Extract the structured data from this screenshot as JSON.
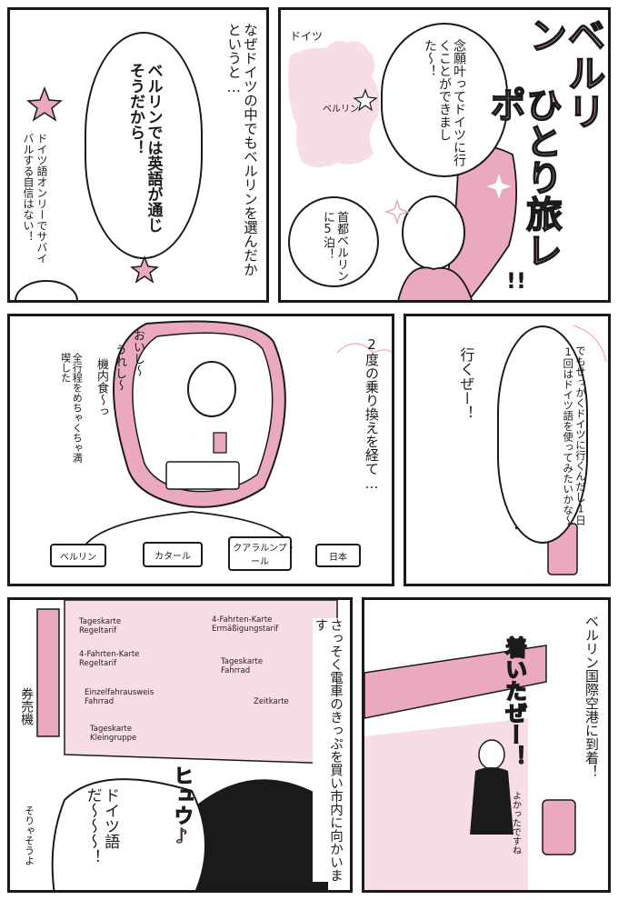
{
  "panel1": {
    "narration": "なぜドイツの中でもベルリンを選んだかというと…",
    "bubble": "ベルリンでは英語が通じそうだから！",
    "aside": "ドイツ語オンリーでサバイバルする自信はない！"
  },
  "panel2": {
    "title_line1": "ベルリン",
    "title_line2": "ひとり旅レポ",
    "exclaim": "!!",
    "map_label": "ドイツ",
    "city_label": "ベルリン",
    "bubble_main": "念願叶ってドイツに行くことができました〜！",
    "bubble_small": "首都ベルリンに5泊！"
  },
  "panel3": {
    "narration": "2度の乗り換えを経て…",
    "thought1": "おいし〜",
    "thought2": "うれし〜",
    "thought3": "機内食〜っ",
    "side_note": "全行程をめちゃくちゃ満喫した",
    "route": [
      "ベルリン",
      "カタール",
      "クアラルンプール",
      "日本"
    ]
  },
  "panel4": {
    "shout": "行くぜー！",
    "bubble": "でもせっかくドイツに行くんだし1日1回はドイツ語を使ってみたいかな〜"
  },
  "panel5": {
    "narration": "さっそく電車のきっぷを買い市内に向かいます",
    "ticket_machine_label": "券売機",
    "signs": [
      "Tageskarte\nRegeltarif",
      "4-Fahrten-Karte\nErmäßigungstarif",
      "4-Fahrten-Karte\nRegeltarif",
      "Tageskarte\nFahrrad",
      "Einzelfahrausweis\nFahrrad",
      "Zeitkarte",
      "Tageskarte\nKleingruppe"
    ],
    "thought": "ドイツ語だ〜〜〜！",
    "sfx": "ヒュウ♪",
    "aside": "そりゃそうよ"
  },
  "panel6": {
    "narration": "ベルリン国際空港に到着！",
    "shout": "着いたぜー！",
    "aside": "よかったですね"
  },
  "colors": {
    "pink": "#eaa9bd",
    "pale_pink": "#f7dde5",
    "ink": "#1a1a1a"
  }
}
